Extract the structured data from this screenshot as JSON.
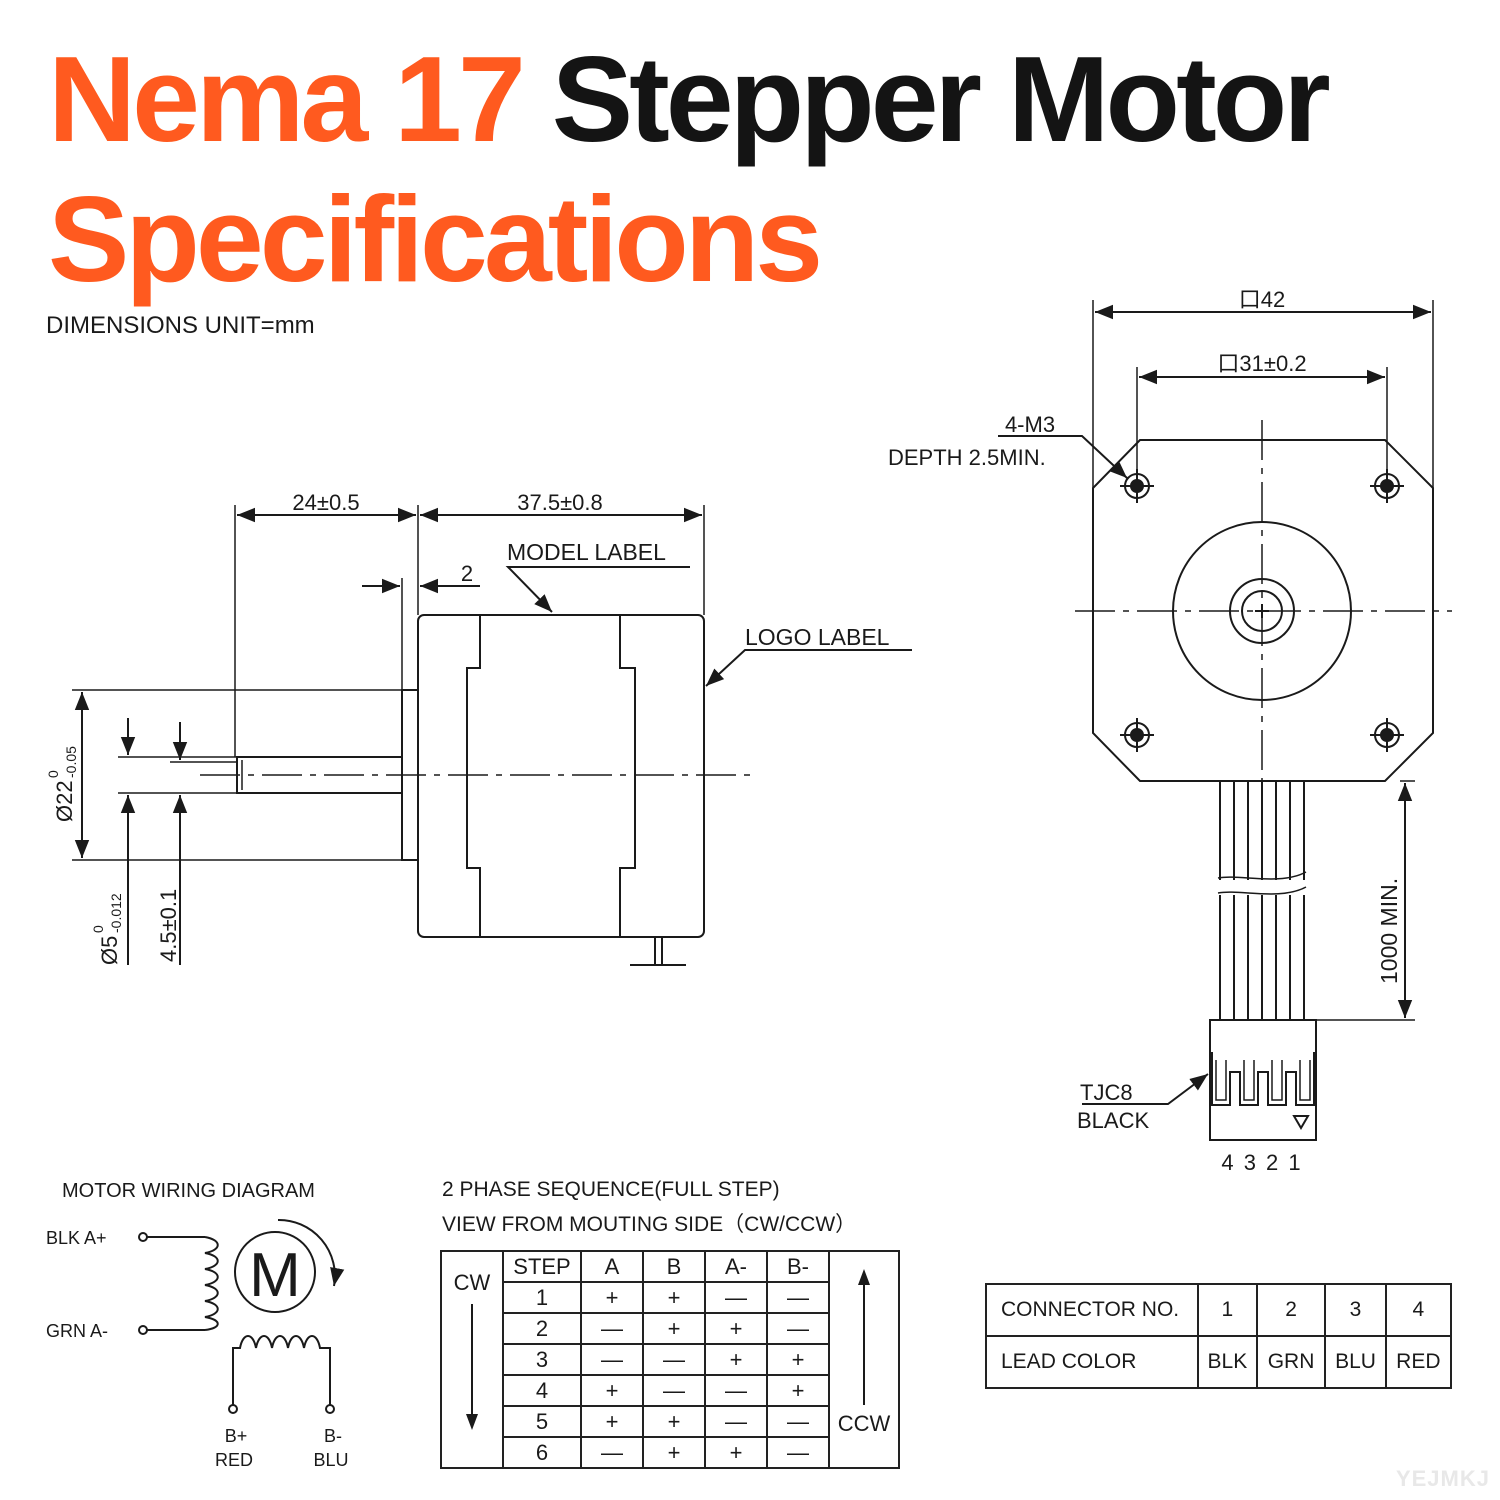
{
  "title": {
    "part1": "Nema 17",
    "part2": "Stepper Motor",
    "part3": "Specifications"
  },
  "subtitle": "DIMENSIONS UNIT=mm",
  "side_view": {
    "dim_shaft_length": "24±0.5",
    "dim_body_length": "37.5±0.8",
    "dim_boss": "2",
    "model_label": "MODEL LABEL",
    "logo_label": "LOGO LABEL",
    "dim_boss_dia": "Ø22",
    "dim_boss_dia_tol_upper": "0",
    "dim_boss_dia_tol_lower": "-0.05",
    "dim_shaft_dia": "Ø5",
    "dim_shaft_dia_tol_upper": "0",
    "dim_shaft_dia_tol_lower": "-0.012",
    "dim_flat": "4.5±0.1"
  },
  "front_view": {
    "dim_width": "口42",
    "dim_hole_spacing": "口31±0.2",
    "holes": "4-M3",
    "depth": "DEPTH 2.5MIN.",
    "lead_length": "1000 MIN.",
    "connector_type": "TJC8",
    "connector_color": "BLACK",
    "pin_numbers": "4 3 2 1"
  },
  "wiring": {
    "title": "MOTOR WIRING  DIAGRAM",
    "a_plus": "BLK  A+",
    "a_minus": "GRN  A-",
    "b_plus": "B+",
    "b_plus_color": "RED",
    "b_minus": "B-",
    "b_minus_color": "BLU",
    "motor_symbol": "M"
  },
  "phase_sequence": {
    "title_line1": "2 PHASE SEQUENCE(FULL STEP)",
    "title_line2": "VIEW FROM MOUTING SIDE（CW/CCW）",
    "cw_label": "CW",
    "ccw_label": "CCW",
    "headers": [
      "STEP",
      "A",
      "B",
      "A-",
      "B-"
    ],
    "rows": [
      [
        "1",
        "+",
        "+",
        "—",
        "—"
      ],
      [
        "2",
        "—",
        "+",
        "+",
        "—"
      ],
      [
        "3",
        "—",
        "—",
        "+",
        "+"
      ],
      [
        "4",
        "+",
        "—",
        "—",
        "+"
      ],
      [
        "5",
        "+",
        "+",
        "—",
        "—"
      ],
      [
        "6",
        "—",
        "+",
        "+",
        "—"
      ]
    ]
  },
  "connector_table": {
    "row1_label": "CONNECTOR NO.",
    "row2_label": "LEAD COLOR",
    "numbers": [
      "1",
      "2",
      "3",
      "4"
    ],
    "colors": [
      "BLK",
      "GRN",
      "BLU",
      "RED"
    ]
  },
  "watermark": "YEJMKJ",
  "colors": {
    "accent": "#ff5a1f",
    "ink": "#1a1a1a"
  }
}
